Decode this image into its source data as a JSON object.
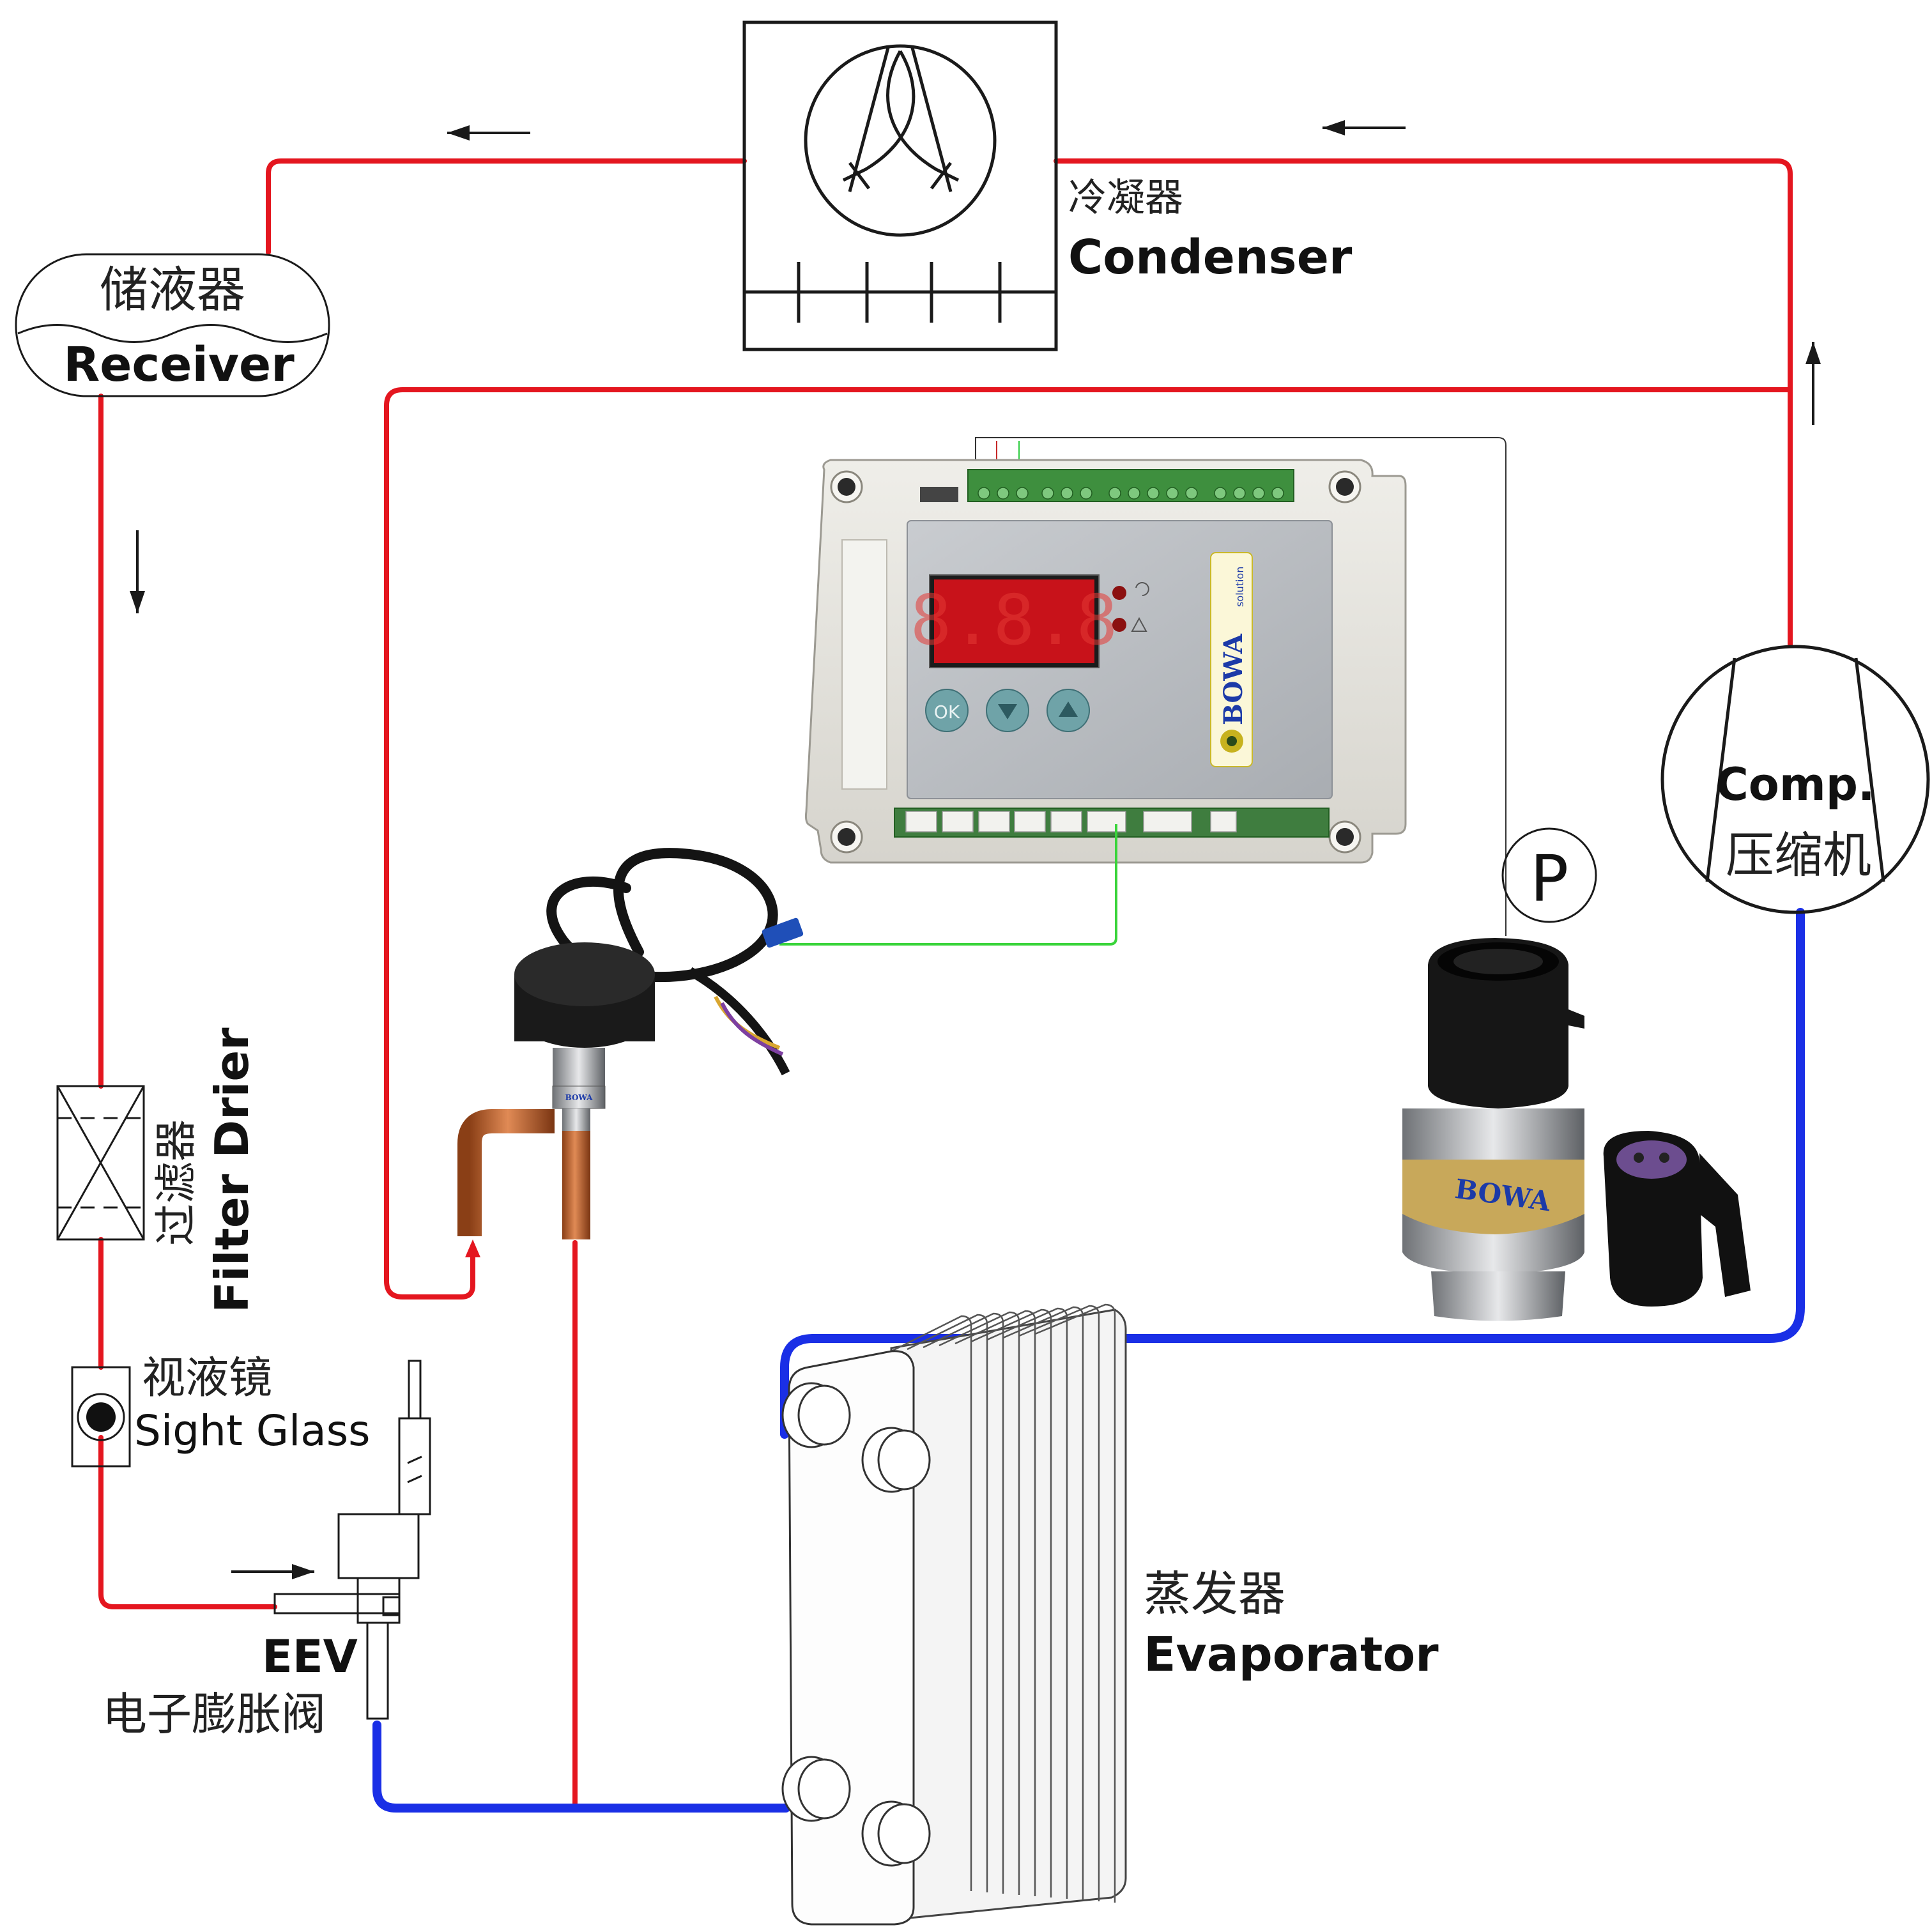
{
  "components": {
    "condenser": {
      "cn": "冷凝器",
      "en": "Condenser"
    },
    "receiver": {
      "cn": "储液器",
      "en": "Receiver"
    },
    "filter_drier": {
      "cn": "过滤器",
      "en": "Filter Drier"
    },
    "sight_glass": {
      "cn": "视液镜",
      "en": "Sight Glass"
    },
    "eev": {
      "en": "EEV",
      "cn": "电子膨胀阀"
    },
    "evaporator": {
      "cn": "蒸发器",
      "en": "Evaporator"
    },
    "compressor": {
      "en": "Comp.",
      "cn": "压缩机"
    },
    "pressure_sensor": {
      "symbol": "P"
    }
  },
  "controller": {
    "display": "8.8.8",
    "buttons": [
      "OK",
      "▼",
      "▲"
    ],
    "brand": "BOWA",
    "brand_sub": "solution",
    "indicator_icons": [
      "refresh-icon",
      "warning-icon"
    ]
  },
  "brand_marks": {
    "sensor_label": "BOWA",
    "valve_label": "BOWA"
  },
  "colors": {
    "high_pressure_line": "#e4161f",
    "low_pressure_line": "#1a2fe6",
    "signal_wire": "#39d43a",
    "display_bg": "#c8121a"
  }
}
